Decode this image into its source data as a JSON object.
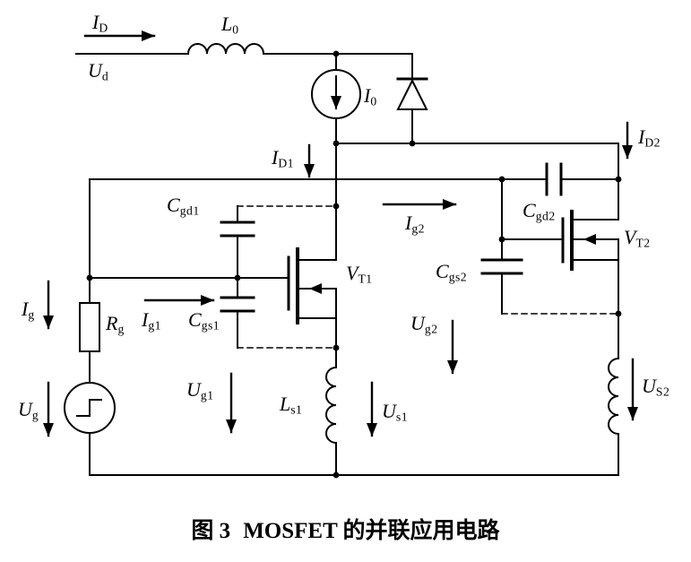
{
  "figure": {
    "caption_prefix": "图 3",
    "caption_title": "MOSFET 的并联应用电路"
  },
  "colors": {
    "ink": "#000000",
    "background": "#ffffff"
  },
  "labels": {
    "id": {
      "main": "I",
      "sub": "D"
    },
    "ud": {
      "main": "U",
      "sub": "d"
    },
    "l0": {
      "main": "L",
      "sub": "0"
    },
    "i0": {
      "main": "I",
      "sub": "0"
    },
    "id1": {
      "main": "I",
      "sub": "D1"
    },
    "id2": {
      "main": "I",
      "sub": "D2"
    },
    "cgd1": {
      "main": "C",
      "sub": "gd1"
    },
    "cgd2": {
      "main": "C",
      "sub": "gd2"
    },
    "cgs1": {
      "main": "C",
      "sub": "gs1"
    },
    "cgs2": {
      "main": "C",
      "sub": "gs2"
    },
    "vt1": {
      "main": "V",
      "sub": "T1"
    },
    "vt2": {
      "main": "V",
      "sub": "T2"
    },
    "ig": {
      "main": "I",
      "sub": "g"
    },
    "ig1": {
      "main": "I",
      "sub": "g1"
    },
    "ig2": {
      "main": "I",
      "sub": "g2"
    },
    "ug": {
      "main": "U",
      "sub": "g"
    },
    "ug1": {
      "main": "U",
      "sub": "g1"
    },
    "ug2": {
      "main": "U",
      "sub": "g2"
    },
    "us1": {
      "main": "U",
      "sub": "s1"
    },
    "us2": {
      "main": "U",
      "sub": "S2"
    },
    "rg": {
      "main": "R",
      "sub": "g"
    },
    "ls1": {
      "main": "L",
      "sub": "s1"
    }
  }
}
